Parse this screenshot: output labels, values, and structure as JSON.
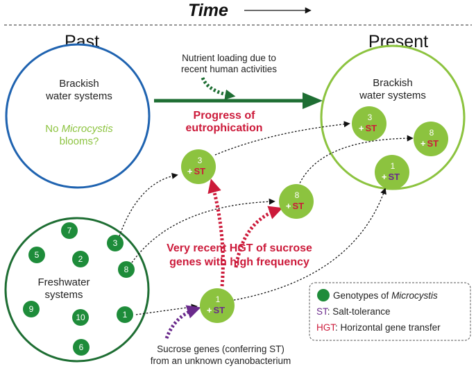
{
  "time_label": "Time",
  "past_label": "Past",
  "present_label": "Present",
  "past_brackish": {
    "line1": "Brackish",
    "line2": "water systems",
    "no": "No ",
    "microcystis": "Microcystis",
    "blooms": "blooms?"
  },
  "present_brackish": {
    "line1": "Brackish",
    "line2": "water systems"
  },
  "freshwater": {
    "line1": "Freshwater",
    "line2": "systems"
  },
  "nutrient": {
    "line1": "Nutrient loading due to",
    "line2": "recent human activities"
  },
  "eutrophication": {
    "line1": "Progress of",
    "line2": "eutrophication"
  },
  "hgt_text": {
    "line1": "Very recent HGT of sucrose",
    "line2": "genes with high frequency"
  },
  "sucrose": {
    "line1": "Sucrose genes (conferring ST)",
    "line2": "from an unknown cyanobacterium"
  },
  "plus": "+",
  "st": "ST",
  "genotypes": [
    "7",
    "5",
    "2",
    "3",
    "8",
    "9",
    "10",
    "1",
    "6"
  ],
  "transit": {
    "g3": "3",
    "g8": "8",
    "g1": "1"
  },
  "present_genotypes": {
    "g3": "3",
    "g8": "8",
    "g1": "1"
  },
  "legend": {
    "genotypes_prefix": "Genotypes of ",
    "genotypes_italic": "Microcystis",
    "st_key": "ST",
    "st_desc": ": Salt-tolerance",
    "hgt_key": "HGT",
    "hgt_desc": ": Horizontal gene transfer"
  },
  "colors": {
    "dark_green": "#1e6e33",
    "light_green": "#8cc33f",
    "blue": "#1f63b0",
    "red": "#cc1a3a",
    "purple": "#6a2a8c"
  }
}
